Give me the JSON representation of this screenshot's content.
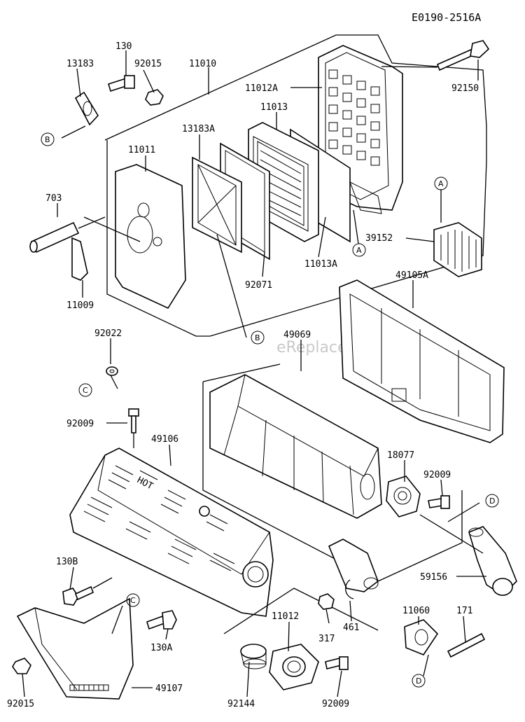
{
  "diagram_code": "E0190-2516A",
  "watermark": "eReplacementParts.com",
  "part_labels": {
    "p130": "130",
    "p13183": "13183",
    "p92015_top": "92015",
    "p11010": "11010",
    "p11012A": "11012A",
    "p11013": "11013",
    "p92150": "92150",
    "p13183A": "13183A",
    "p11011": "11011",
    "p703": "703",
    "p11009": "11009",
    "p92071": "92071",
    "p11013A": "11013A",
    "p39152": "39152",
    "p49105A": "49105A",
    "p92022": "92022",
    "p49069": "49069",
    "p92009_top": "92009",
    "p49106": "49106",
    "p18077": "18077",
    "p92009_right": "92009",
    "p130B": "130B",
    "p59156": "59156",
    "p11012": "11012",
    "p11060": "11060",
    "p171": "171",
    "p461": "461",
    "p317": "317",
    "p130A": "130A",
    "p49107": "49107",
    "p92144": "92144",
    "p92009_bottom": "92009",
    "p92015_bottom": "92015"
  },
  "ref_markers": {
    "A": "A",
    "B": "B",
    "C": "C",
    "D": "D"
  },
  "embossed_text": {
    "hot": "HOT"
  }
}
